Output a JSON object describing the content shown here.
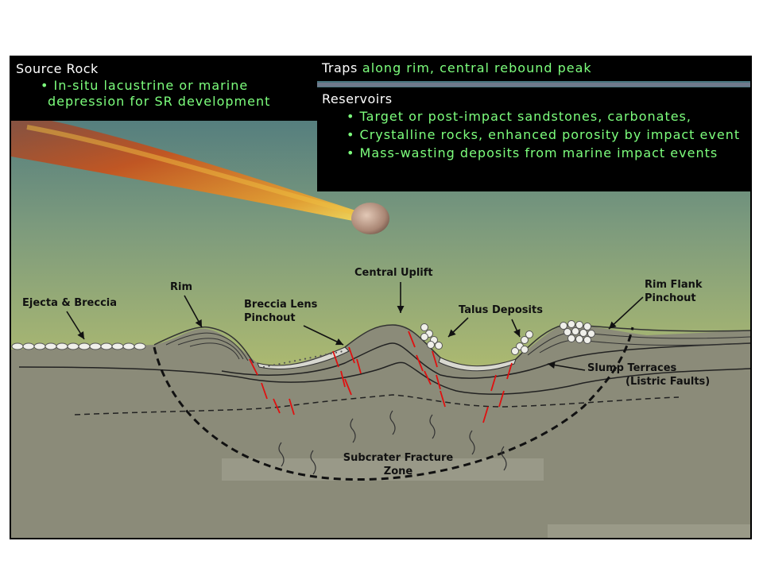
{
  "source_rock": {
    "title": "Source Rock",
    "items": [
      "• In-situ lacustrine or marine depression for SR development"
    ]
  },
  "traps": {
    "title": "Traps",
    "text": " along rim, central rebound peak"
  },
  "reservoirs": {
    "title": "Reservoirs",
    "items": [
      "• Target or post-impact sandstones, carbonates,",
      "• Crystalline rocks, enhanced porosity by impact event",
      "• Mass-wasting deposits from marine impact events"
    ]
  },
  "labels": {
    "ejecta": "Ejecta & Breccia",
    "rim": "Rim",
    "breccia_lens_1": "Breccia Lens",
    "breccia_lens_2": "Pinchout",
    "central_uplift": "Central Uplift",
    "talus": "Talus Deposits",
    "rim_flank_1": "Rim Flank",
    "rim_flank_2": "Pinchout",
    "slump_1": "Slump Terraces",
    "slump_2": "(Listric Faults)",
    "subcrater_1": "Subcrater Fracture",
    "subcrater_2": "Zone"
  },
  "colors": {
    "sky_top": "#3f6f7d",
    "sky_mid": "#a9b96f",
    "ground": "#8a8a78",
    "fault": "#e01010",
    "panel_text": "#7dff7d"
  }
}
